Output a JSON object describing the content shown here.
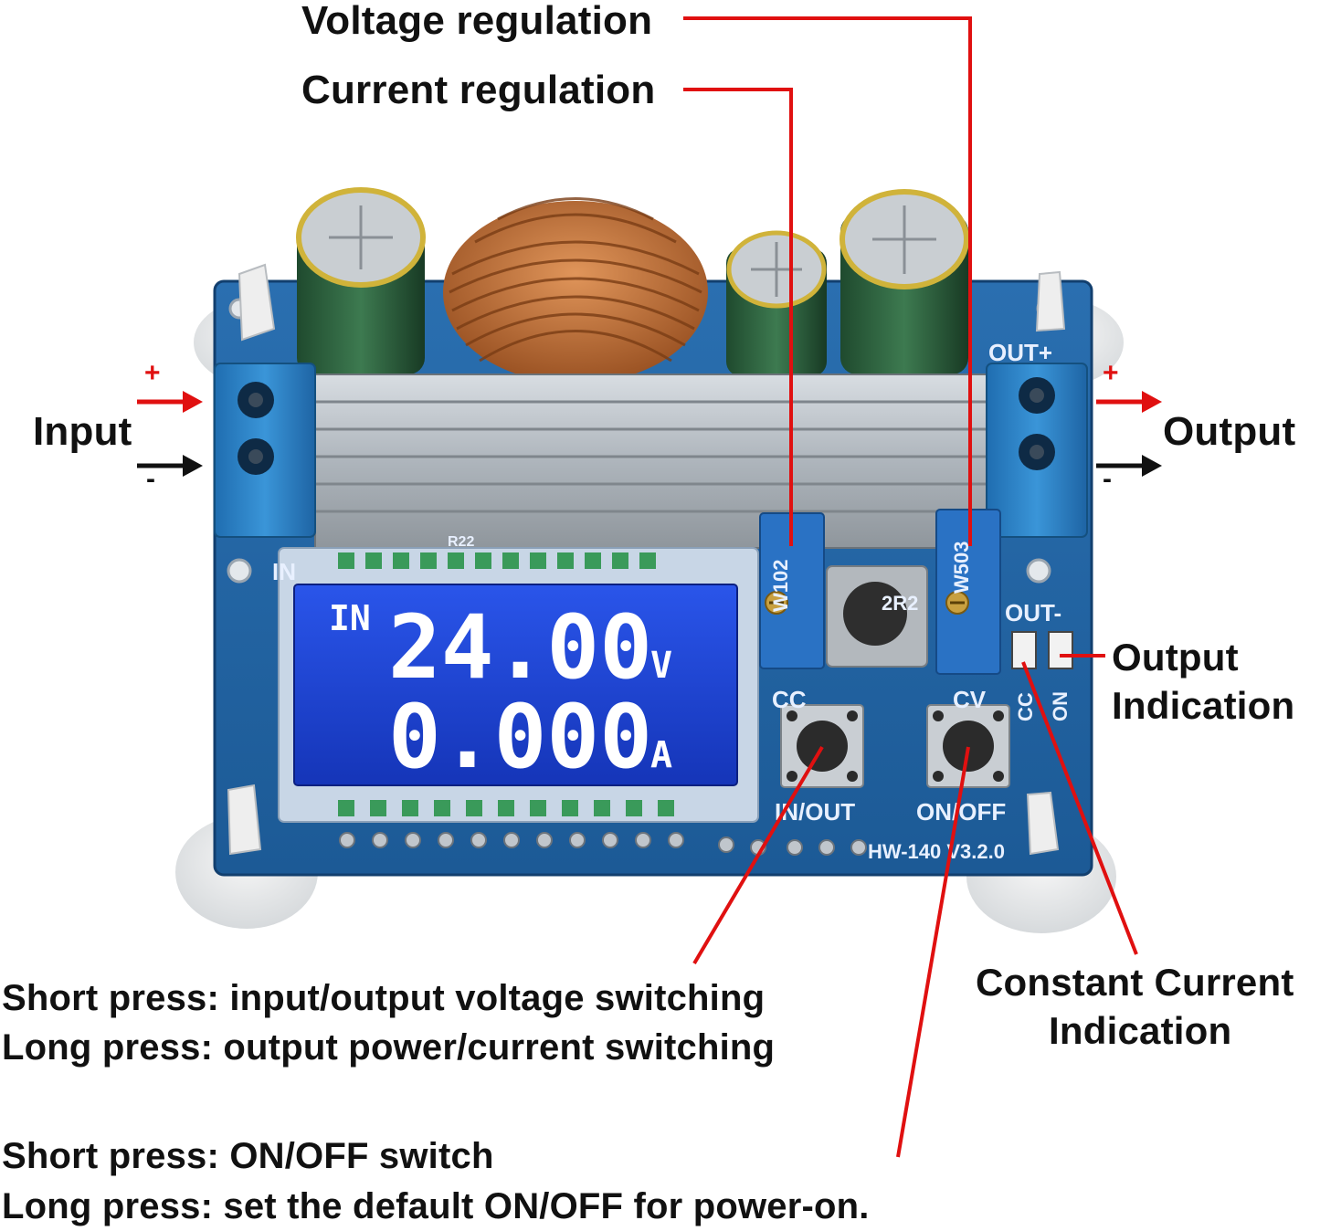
{
  "callouts": {
    "voltage_regulation": "Voltage regulation",
    "current_regulation": "Current regulation",
    "input": "Input",
    "output": "Output",
    "output_indication_1": "Output",
    "output_indication_2": "Indication",
    "constant_current_1": "Constant Current",
    "constant_current_2": "Indication",
    "plus": "+",
    "minus": "-"
  },
  "instructions": {
    "inout_short": "Short press: input/output voltage switching",
    "inout_long": "Long press: output power/current switching",
    "onoff_short": "Short press: ON/OFF switch",
    "onoff_long": "Long press: set the default ON/OFF for power-on."
  },
  "board": {
    "lcd_mode": "IN",
    "lcd_voltage": "24.00",
    "lcd_voltage_unit": "V",
    "lcd_current": "0.000",
    "lcd_current_unit": "A",
    "label_out_plus": "OUT+",
    "label_out_minus": "OUT-",
    "label_in": "IN",
    "label_cc": "CC",
    "label_cv": "CV",
    "label_inout": "IN/OUT",
    "label_onoff": "ON/OFF",
    "label_model": "HW-140 V3.2.0",
    "label_led_cc": "CC",
    "label_led_on": "ON",
    "label_inductor": "2R2",
    "label_pot_left": "W102",
    "label_pot_right": "W503",
    "label_r22": "R22"
  },
  "colors": {
    "callout_line": "#e01010",
    "pcb": "#1f5f9e",
    "lcd": "#1a3fd0",
    "terminal": "#2a7fc2"
  }
}
